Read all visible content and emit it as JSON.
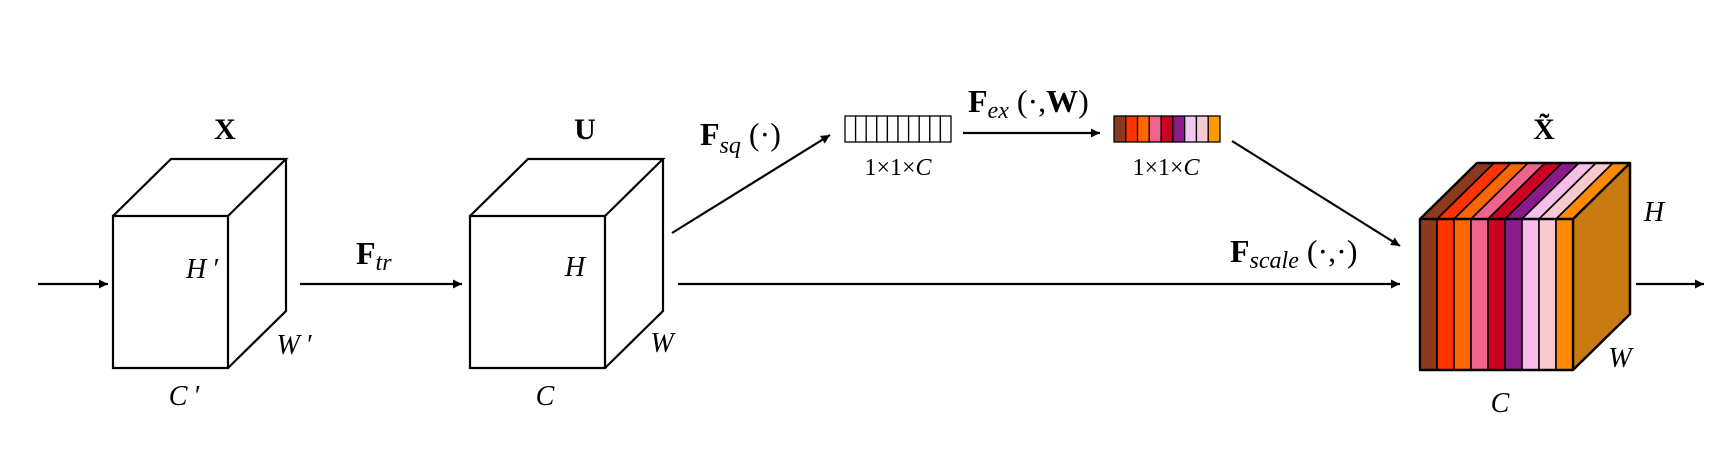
{
  "input_tensor": {
    "label": "X",
    "height": "H ′",
    "width": "W ′",
    "channels": "C ′"
  },
  "transform": {
    "F": "F",
    "subscript": "tr"
  },
  "feature_map": {
    "label": "U",
    "height": "H",
    "width": "W",
    "channels": "C"
  },
  "squeeze": {
    "F": "F",
    "subscript": "sq",
    "args": " (·)",
    "vector_dims": "1×1×",
    "vector_c": "C",
    "cells": 10
  },
  "excitation": {
    "F": "F",
    "subscript": "ex",
    "args_open": " (·,",
    "args_W": "W",
    "args_close": ")",
    "vector_dims": "1×1×",
    "vector_c": "C",
    "colors": [
      "#8B3A1F",
      "#FF3300",
      "#FF6600",
      "#F0648C",
      "#CC0022",
      "#8B1A8B",
      "#F2C8F2",
      "#F8C8D4",
      "#FF9900"
    ]
  },
  "scale": {
    "F": "F",
    "subscript": "scale",
    "args": " (·,·)"
  },
  "output_tensor": {
    "label": "X̃",
    "height": "H",
    "width": "W",
    "channels": "C",
    "slice_colors": [
      "#8B3A1F",
      "#FF3300",
      "#FF6600",
      "#F0648C",
      "#CC0022",
      "#8B1A8B",
      "#F7BEEA",
      "#F9C9D2",
      "#FF8A00"
    ],
    "side_color": "#C97A10"
  }
}
